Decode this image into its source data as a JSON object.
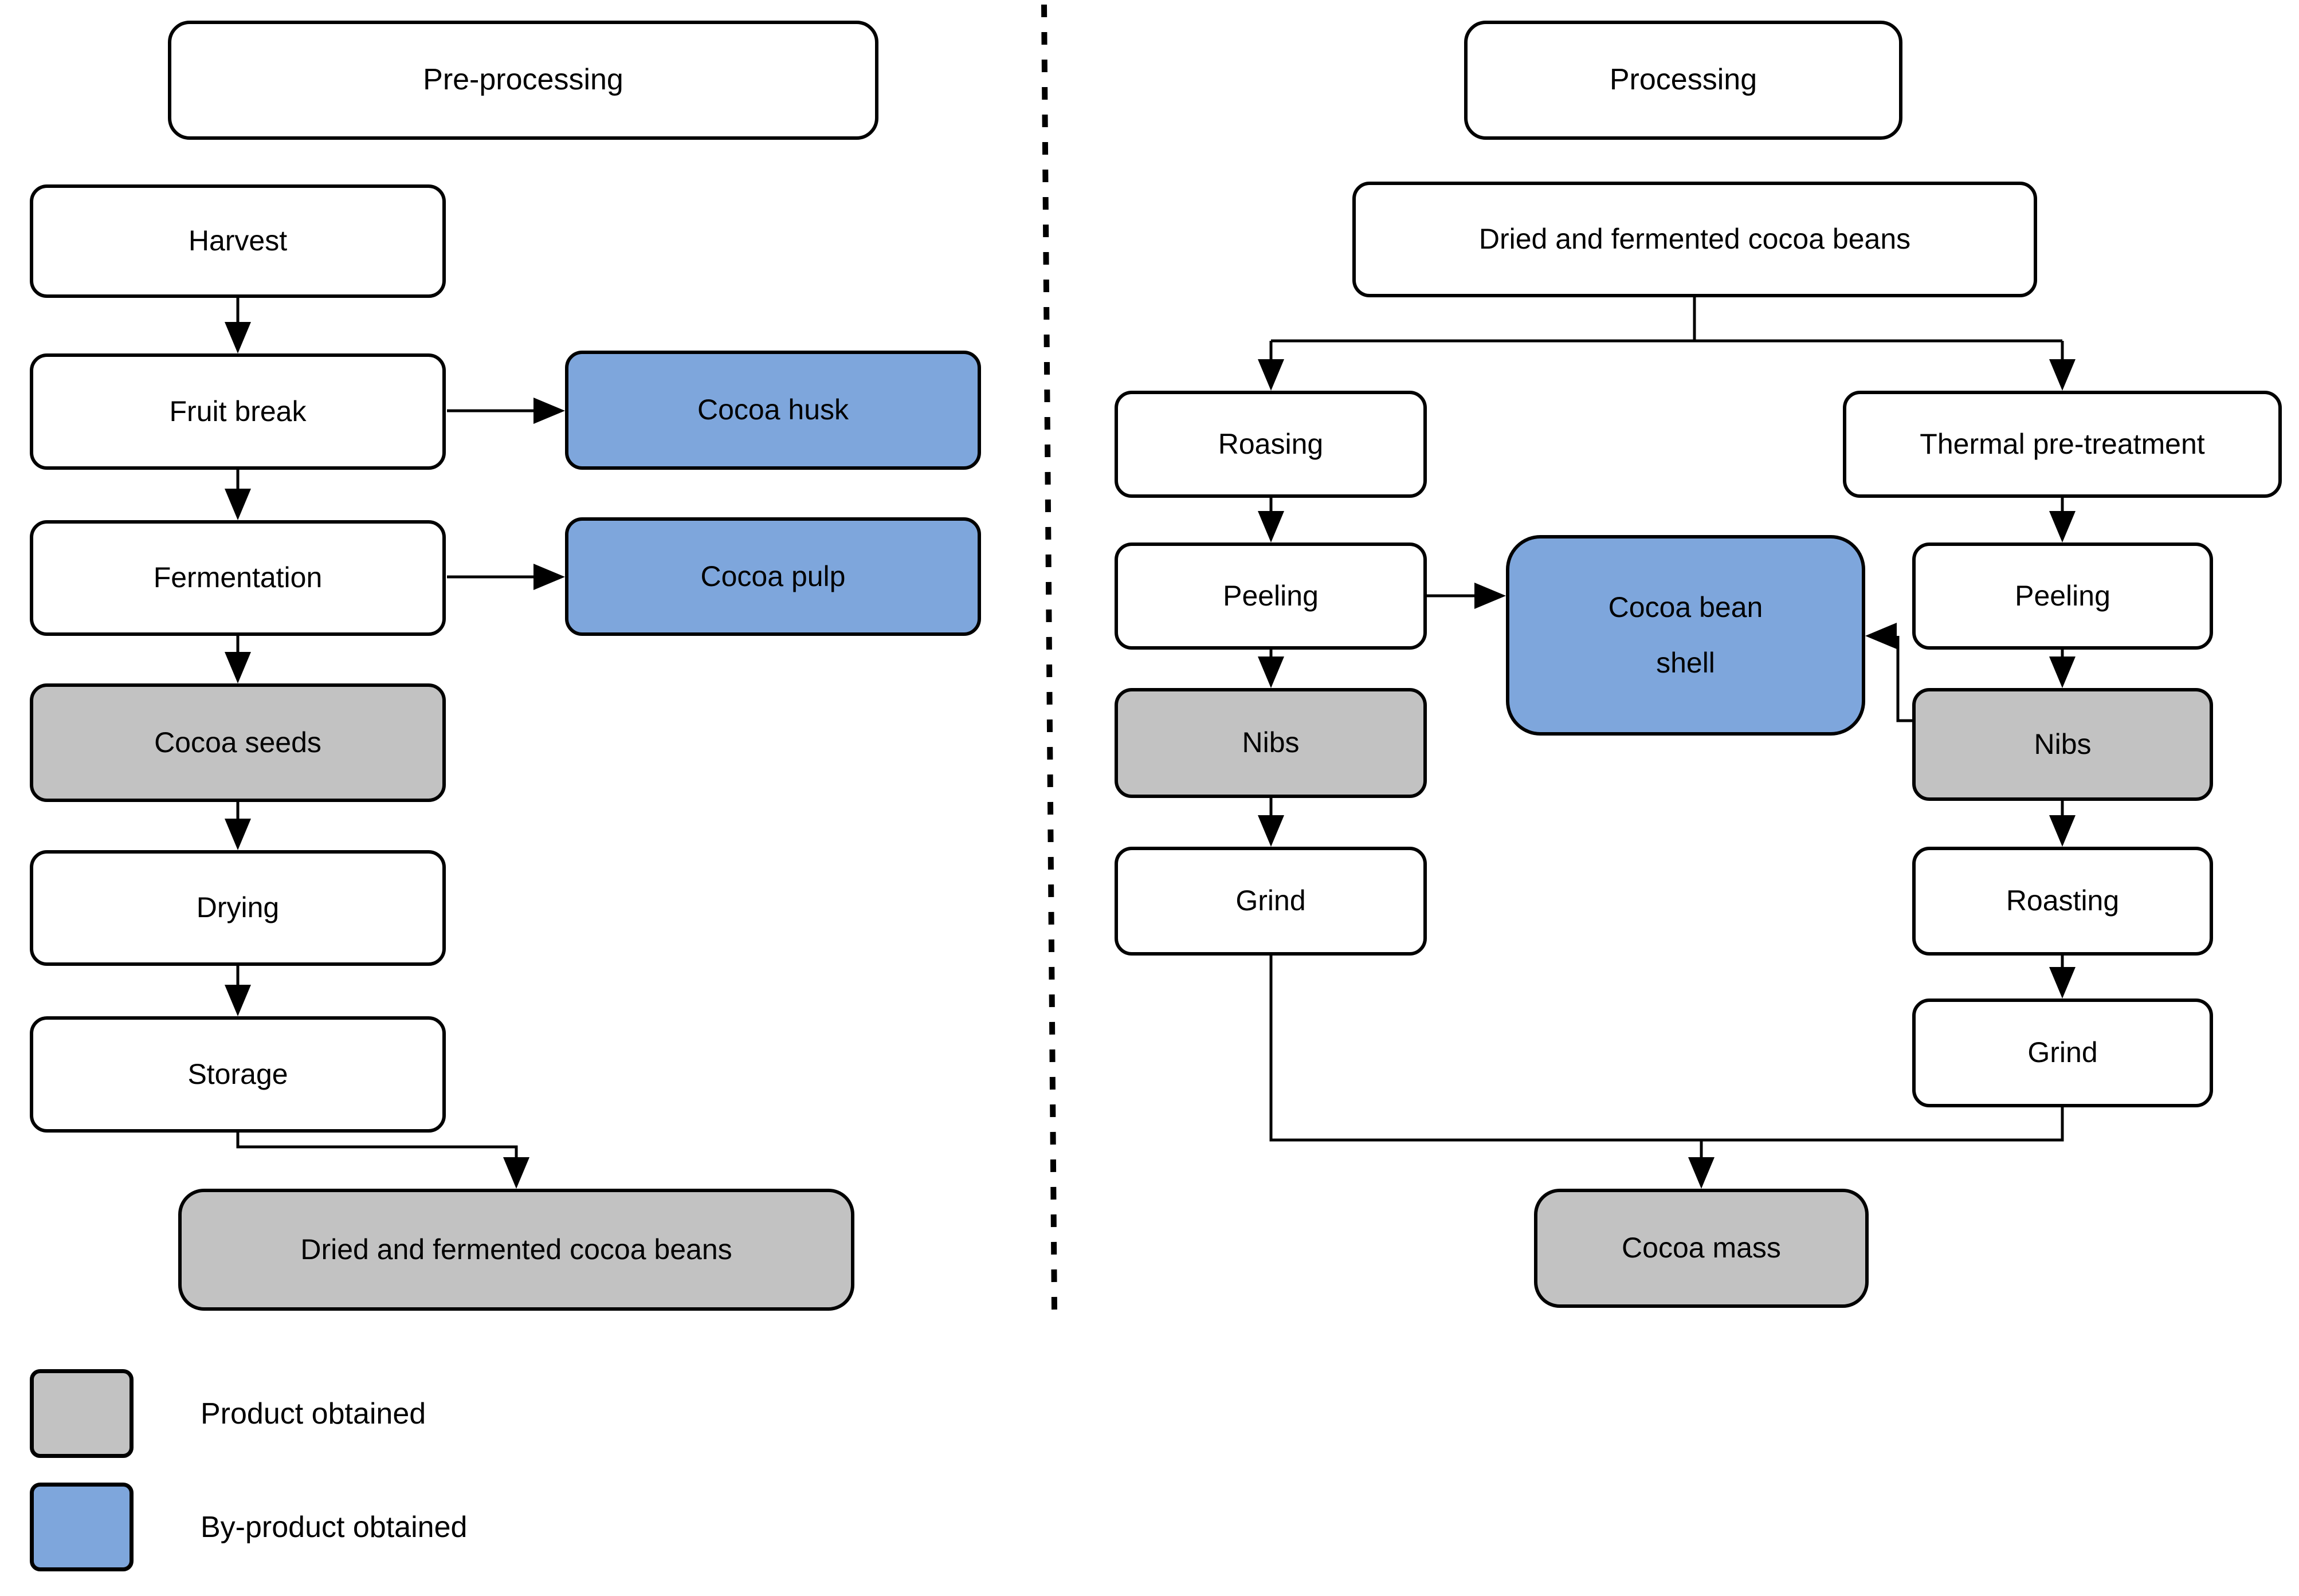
{
  "colors": {
    "background": "#ffffff",
    "process_fill": "#ffffff",
    "product_fill": "#c2c2c2",
    "byproduct_fill": "#7ea6dc",
    "outline": "#000000"
  },
  "left_section": {
    "title": "Pre-processing",
    "nodes": {
      "harvest": {
        "label": "Harvest",
        "kind": "process"
      },
      "fruit_break": {
        "label": "Fruit break",
        "kind": "process"
      },
      "cocoa_husk": {
        "label": "Cocoa husk",
        "kind": "byproduct"
      },
      "fermentation": {
        "label": "Fermentation",
        "kind": "process"
      },
      "cocoa_pulp": {
        "label": "Cocoa pulp",
        "kind": "byproduct"
      },
      "cocoa_seeds": {
        "label": "Cocoa seeds",
        "kind": "product"
      },
      "drying": {
        "label": "Drying",
        "kind": "process"
      },
      "storage": {
        "label": "Storage",
        "kind": "process"
      },
      "dried_fermented_beans": {
        "label": "Dried and fermented cocoa beans",
        "kind": "product"
      }
    }
  },
  "right_section": {
    "title": "Processing",
    "nodes": {
      "dried_fermented_beans": {
        "label": "Dried and fermented cocoa beans",
        "kind": "process"
      },
      "roasing": {
        "label": "Roasing",
        "kind": "process"
      },
      "thermal_pre_treatment": {
        "label": "Thermal pre-treatment",
        "kind": "process"
      },
      "peeling_a": {
        "label": "Peeling",
        "kind": "process"
      },
      "cocoa_bean_shell": {
        "label_line1": "Cocoa bean",
        "label_line2": "shell",
        "kind": "byproduct"
      },
      "peeling_b": {
        "label": "Peeling",
        "kind": "process"
      },
      "nibs_a": {
        "label": "Nibs",
        "kind": "product"
      },
      "nibs_b": {
        "label": "Nibs",
        "kind": "product"
      },
      "grind_a": {
        "label": "Grind",
        "kind": "process"
      },
      "roasting_b": {
        "label": "Roasting",
        "kind": "process"
      },
      "grind_b": {
        "label": "Grind",
        "kind": "process"
      },
      "cocoa_mass": {
        "label": "Cocoa mass",
        "kind": "product"
      }
    }
  },
  "edges": [
    {
      "from": "left.harvest",
      "to": "left.fruit_break"
    },
    {
      "from": "left.fruit_break",
      "to": "left.cocoa_husk"
    },
    {
      "from": "left.fruit_break",
      "to": "left.fermentation"
    },
    {
      "from": "left.fermentation",
      "to": "left.cocoa_pulp"
    },
    {
      "from": "left.fermentation",
      "to": "left.cocoa_seeds"
    },
    {
      "from": "left.cocoa_seeds",
      "to": "left.drying"
    },
    {
      "from": "left.drying",
      "to": "left.storage"
    },
    {
      "from": "left.storage",
      "to": "left.dried_fermented_beans"
    },
    {
      "from": "right.dried_fermented_beans",
      "to": "right.roasing"
    },
    {
      "from": "right.dried_fermented_beans",
      "to": "right.thermal_pre_treatment"
    },
    {
      "from": "right.roasing",
      "to": "right.peeling_a"
    },
    {
      "from": "right.peeling_a",
      "to": "right.cocoa_bean_shell"
    },
    {
      "from": "right.peeling_a",
      "to": "right.nibs_a"
    },
    {
      "from": "right.nibs_a",
      "to": "right.grind_a"
    },
    {
      "from": "right.thermal_pre_treatment",
      "to": "right.peeling_b"
    },
    {
      "from": "right.peeling_b",
      "to": "right.nibs_b"
    },
    {
      "from": "right.nibs_b",
      "to": "right.cocoa_bean_shell"
    },
    {
      "from": "right.nibs_b",
      "to": "right.roasting_b"
    },
    {
      "from": "right.roasting_b",
      "to": "right.grind_b"
    },
    {
      "from": "right.grind_a",
      "to": "right.cocoa_mass"
    },
    {
      "from": "right.grind_b",
      "to": "right.cocoa_mass"
    }
  ],
  "legend": {
    "items": [
      {
        "swatch": "product",
        "label": "Product obtained"
      },
      {
        "swatch": "byproduct",
        "label": "By-product obtained"
      }
    ]
  }
}
